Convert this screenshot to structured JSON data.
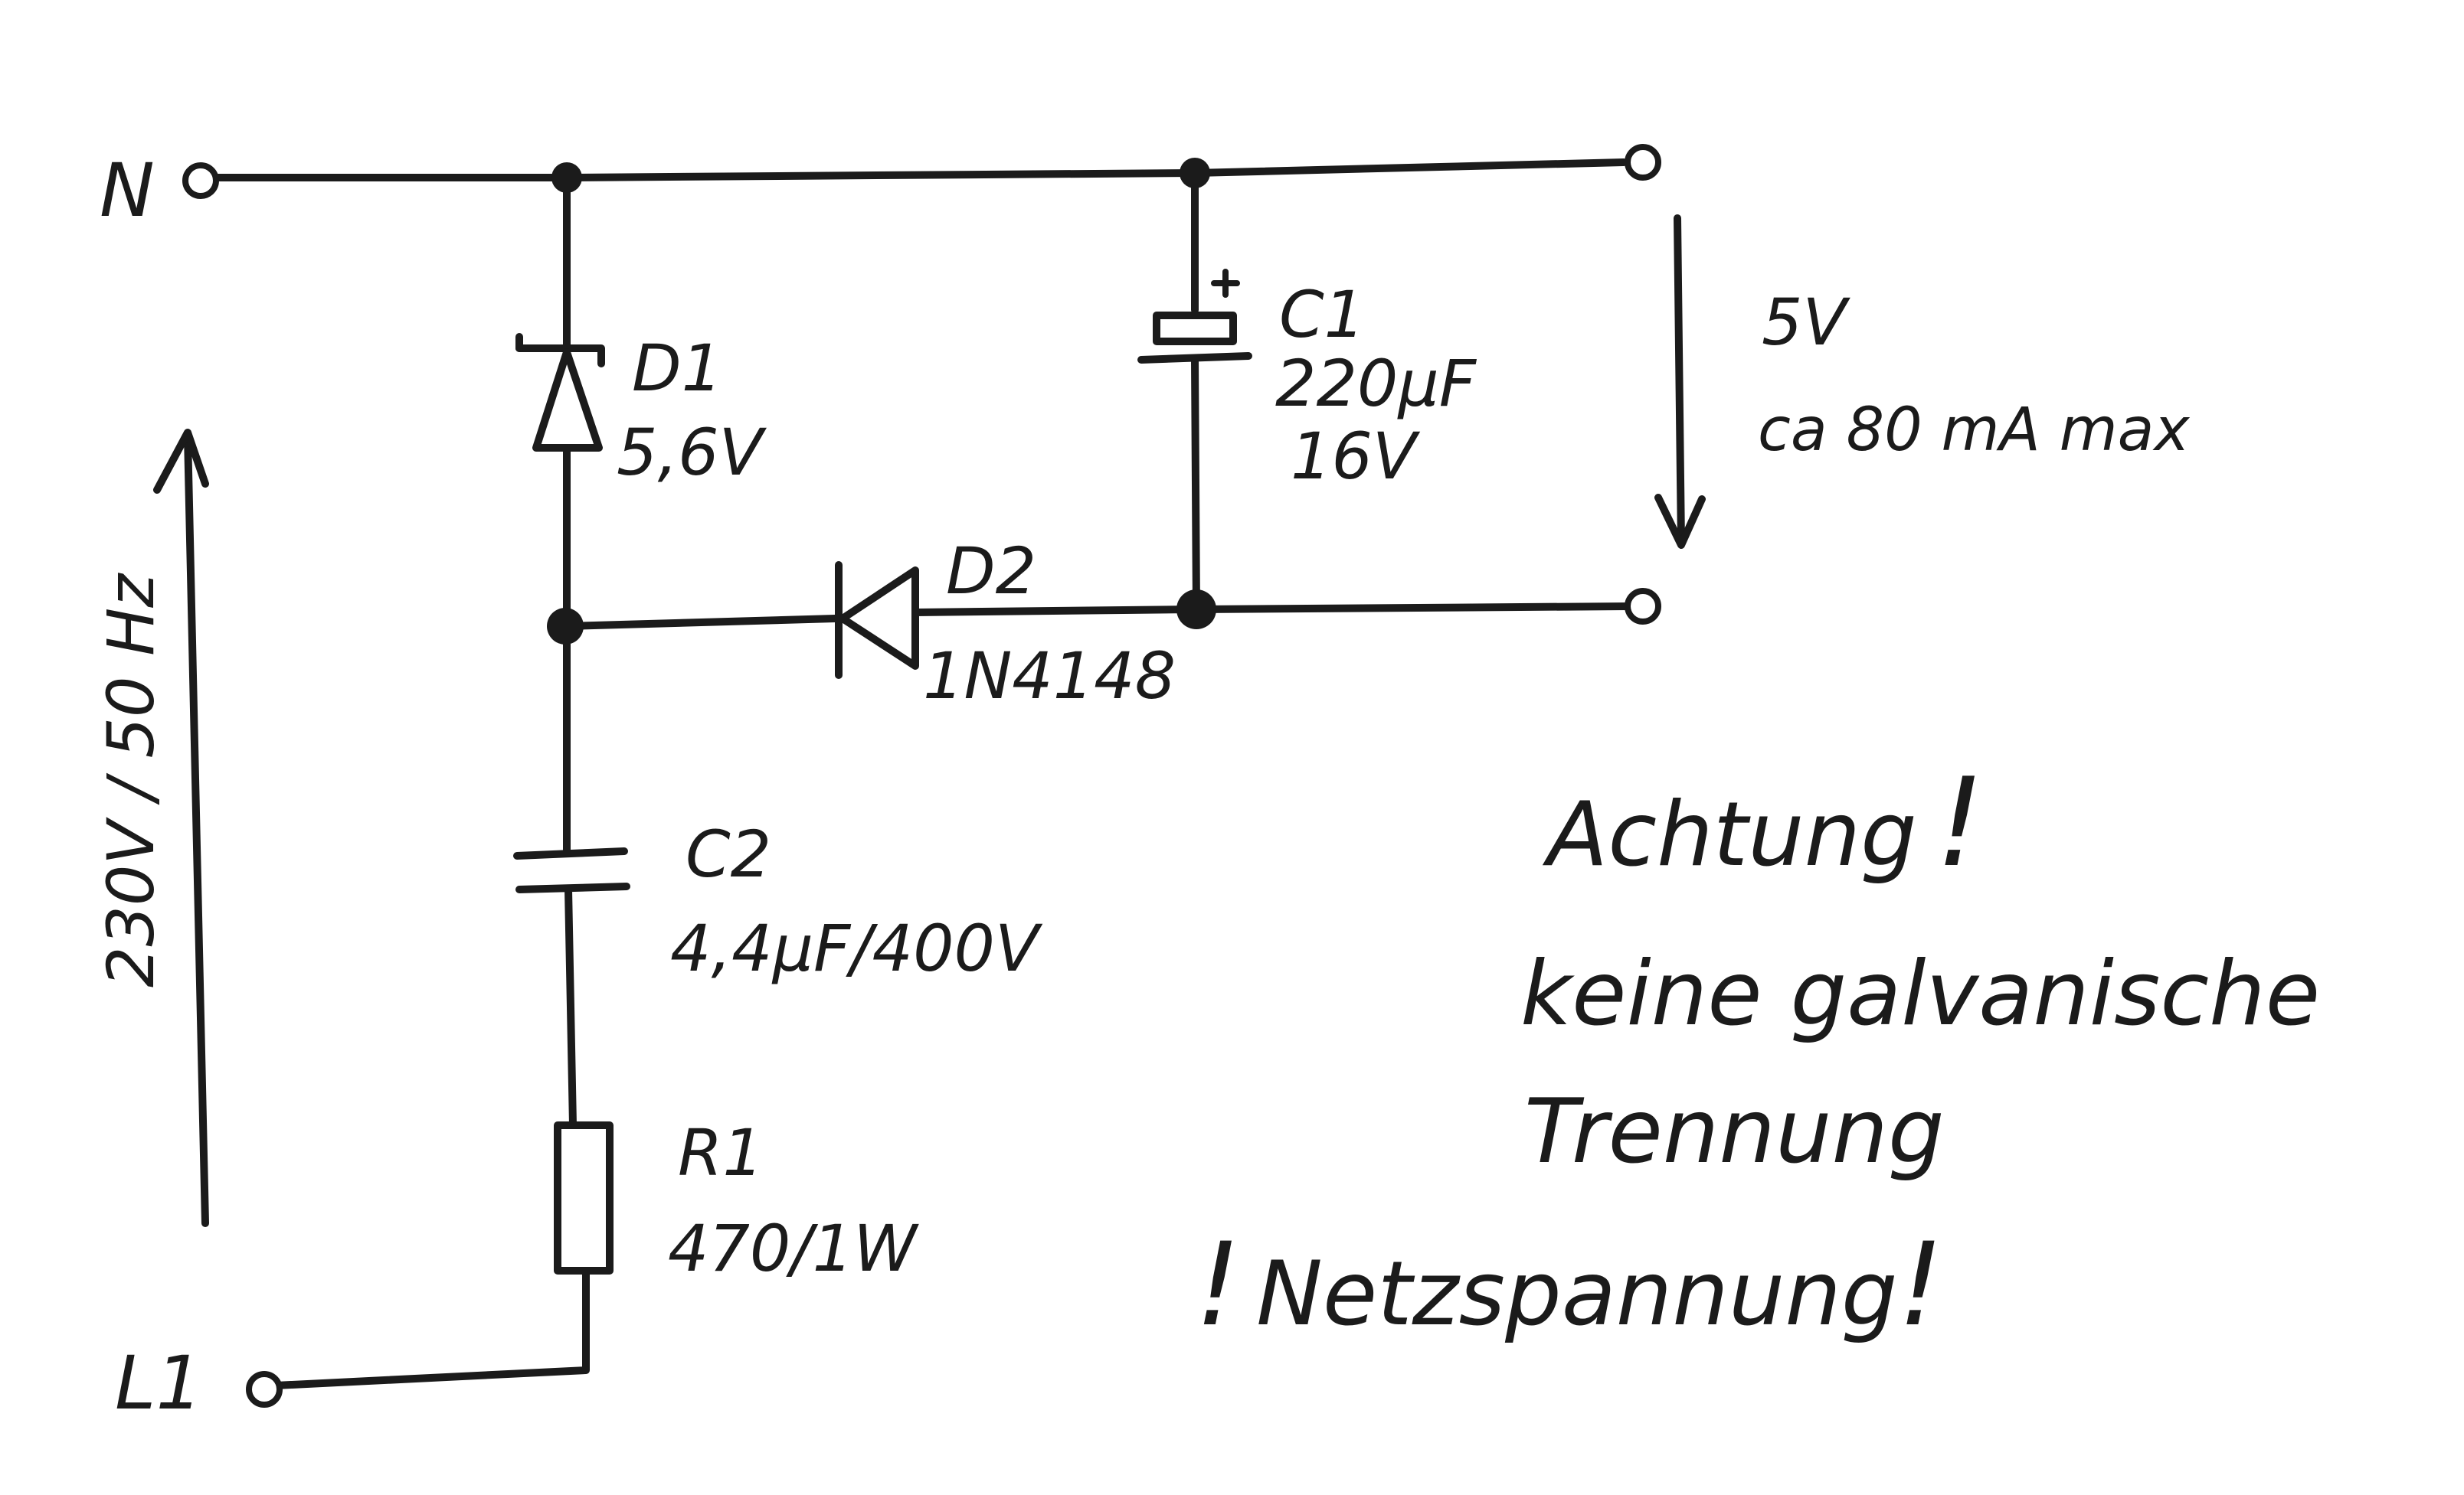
{
  "terminals": {
    "neutral": "N",
    "line": "L1"
  },
  "supply_voltage": "230V / 50 Hz",
  "components": {
    "d1": {
      "name": "D1",
      "value": "5,6V"
    },
    "d2": {
      "name": "D2",
      "value": "1N4148"
    },
    "c1": {
      "name": "C1",
      "value": "220µF",
      "rating": "16V",
      "polarity": "+"
    },
    "c2": {
      "name": "C2",
      "value": "4,4µF/400V"
    },
    "r1": {
      "name": "R1",
      "value": "470/1W"
    }
  },
  "output": {
    "voltage": "5V",
    "current": "ca 80 mA max"
  },
  "warning": {
    "line1": "Achtung",
    "line1_mark": "!",
    "line2": "keine galvanische",
    "line3": "Trennung",
    "line4_pre": "!",
    "line4": "Netzspannung",
    "line4_post": "!"
  },
  "colors": {
    "ink": "#1b1b1b",
    "paper": "#ffffff"
  }
}
